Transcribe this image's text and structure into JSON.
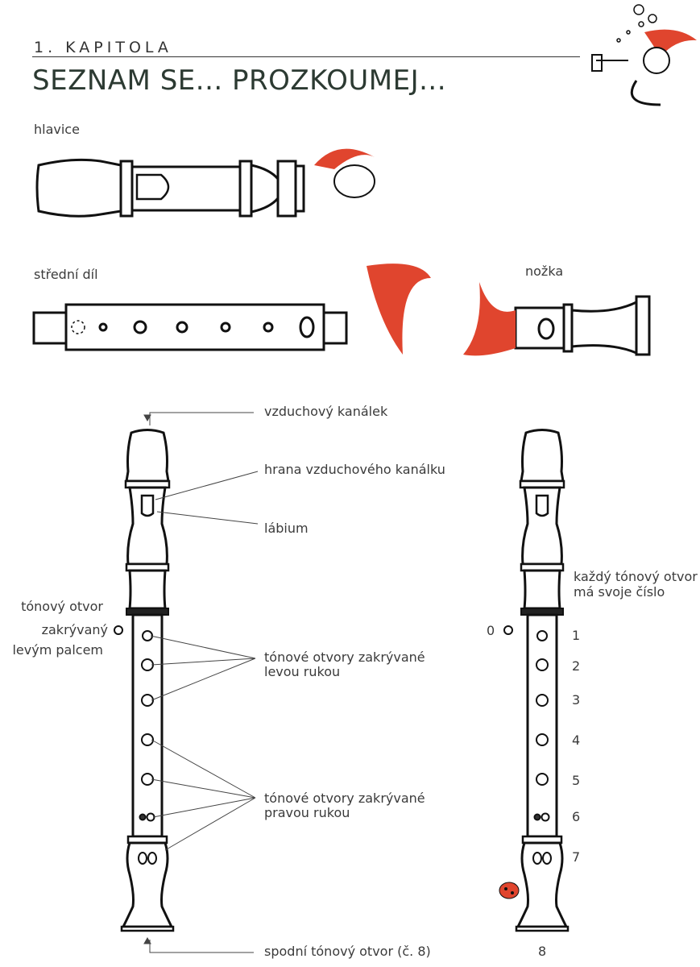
{
  "header": {
    "chapter": "1. KAPITOLA",
    "title": "SEZNAM SE... PROZKOUMEJ..."
  },
  "parts": {
    "head": "hlavice",
    "middle": "střední díl",
    "foot": "nožka"
  },
  "left_diagram": {
    "air_channel": "vzduchový kanálek",
    "channel_edge": "hrana vzduchového kanálku",
    "labium": "lábium",
    "thumb_hole": [
      "tónový otvor",
      "zakrývaný",
      "levým palcem"
    ],
    "left_hand": [
      "tónové otvory zakrývané",
      "levou rukou"
    ],
    "right_hand": [
      "tónové otvory zakrývané",
      "pravou rukou"
    ],
    "bottom_hole": "spodní tónový otvor (č. 8)"
  },
  "right_diagram": {
    "note": [
      "každý tónový otvor",
      "má svoje číslo"
    ],
    "thumb_number": "0",
    "numbers": [
      "1",
      "2",
      "3",
      "4",
      "5",
      "6",
      "7"
    ],
    "bottom_number": "8"
  },
  "colors": {
    "accent_red": "#e0452e",
    "title": "#2c3a32"
  }
}
